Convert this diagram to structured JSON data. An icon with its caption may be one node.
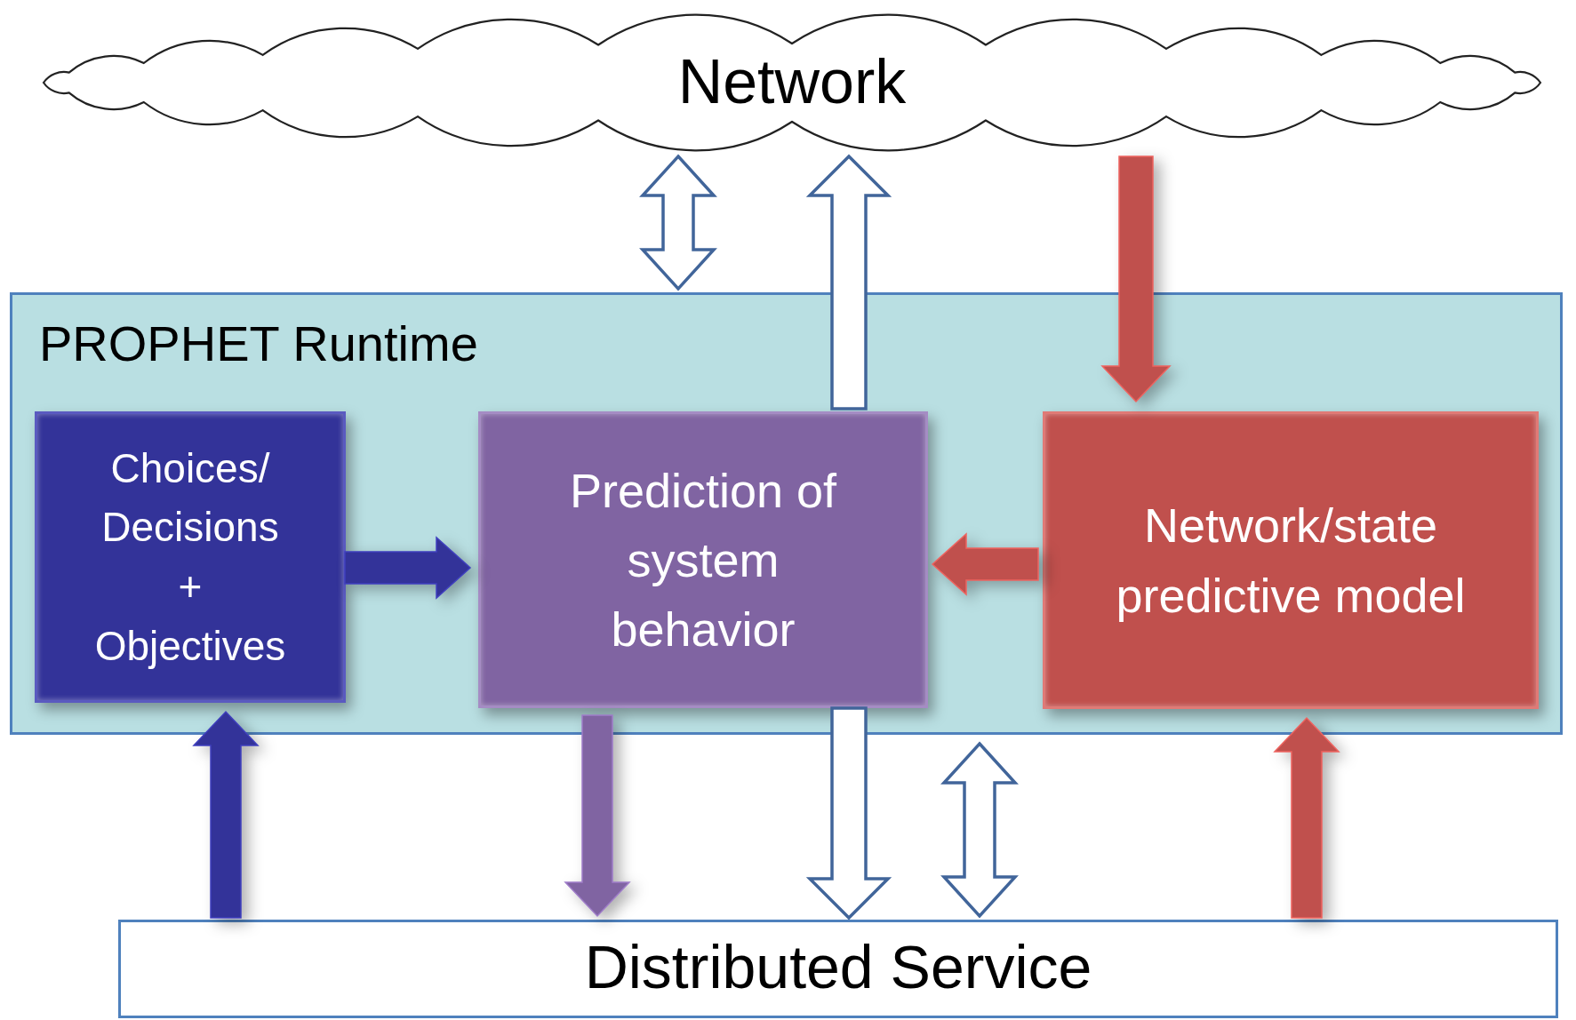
{
  "diagram": {
    "nodes": [
      {
        "text": [
          "Network"
        ]
      },
      {
        "text": [
          "PROPHET Runtime"
        ]
      },
      {
        "text": [
          "Choices/ Decisions + Objectives"
        ],
        "in": 1
      },
      {
        "text": [
          "Prediction of system behavior"
        ],
        "in": 1
      },
      {
        "text": [
          "Network/state predictive model"
        ],
        "in": 1
      },
      {
        "text": [
          "Distributed Service"
        ]
      }
    ],
    "edges": [
      {
        "from": 0,
        "to": 1,
        "arrow": "both",
        "color": "#41659a"
      },
      {
        "from": 3,
        "to": 0,
        "arrow": "to",
        "color": "#41659a"
      },
      {
        "from": 0,
        "to": 4,
        "arrow": "to",
        "style": "thick",
        "color": "#c0504d"
      },
      {
        "from": 2,
        "to": 3,
        "arrow": "to",
        "style": "thick",
        "color": "#333399"
      },
      {
        "from": 4,
        "to": 3,
        "arrow": "to",
        "style": "thick",
        "color": "#c0504d"
      },
      {
        "from": 5,
        "to": 2,
        "arrow": "to",
        "style": "thick",
        "color": "#333399"
      },
      {
        "from": 3,
        "to": 5,
        "arrow": "to",
        "style": "thick",
        "color": "#8064a2"
      },
      {
        "from": 3,
        "to": 5,
        "arrow": "to",
        "color": "#41659a"
      },
      {
        "from": 1,
        "to": 5,
        "arrow": "both",
        "color": "#41659a"
      },
      {
        "from": 5,
        "to": 4,
        "arrow": "to",
        "style": "thick",
        "color": "#c0504d"
      }
    ]
  }
}
